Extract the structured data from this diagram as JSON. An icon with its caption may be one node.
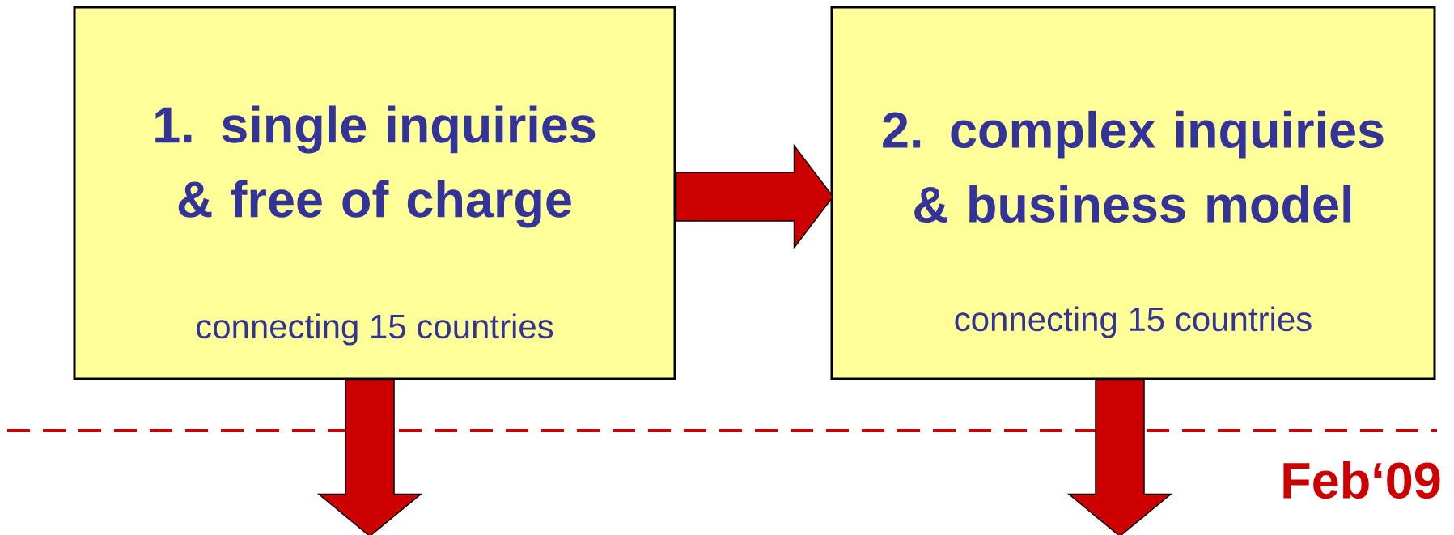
{
  "diagram": {
    "nodes": [
      {
        "text": [
          "1. single inquiries & free of charge",
          "connecting 15 countries"
        ]
      },
      {
        "text": [
          "2. complex inquiries & business model",
          "connecting 15 countries"
        ]
      }
    ],
    "edges": [
      {
        "from": 0,
        "to": 1,
        "arrow": "to"
      },
      {
        "from": 0,
        "to": null,
        "arrow": "to"
      },
      {
        "from": 1,
        "to": null,
        "arrow": "to"
      }
    ],
    "labels": [
      "Feb‘09"
    ]
  }
}
